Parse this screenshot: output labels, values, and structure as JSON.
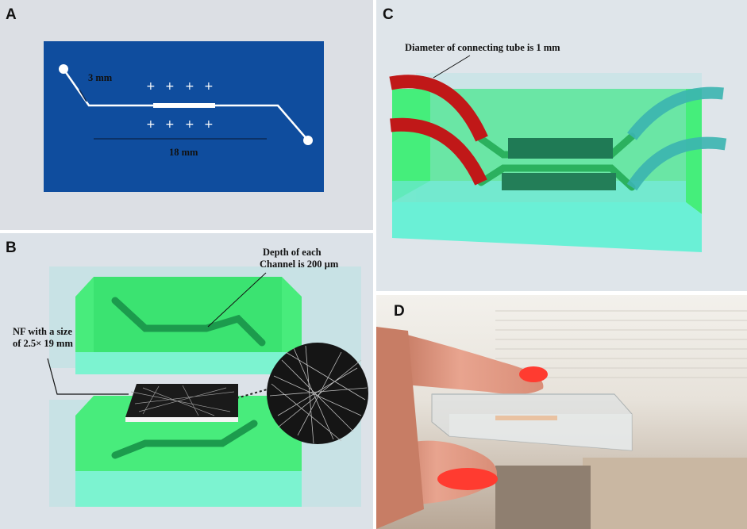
{
  "panels": {
    "a": {
      "label": "A",
      "annotations": {
        "width": "3 mm",
        "length": "18 mm"
      }
    },
    "b": {
      "label": "B",
      "annotations": {
        "depth_line1": "Depth of each",
        "depth_line2": "Channel is 200 µm",
        "nf_line1": "NF with a size",
        "nf_line2": "of 2.5× 19 mm"
      }
    },
    "c": {
      "label": "C",
      "annotations": {
        "tube": "Diameter of connecting tube is 1 mm"
      }
    },
    "d": {
      "label": "D"
    }
  },
  "colors": {
    "panel_bg": "#dce2e8",
    "chip_blue": "#0f4d9e",
    "pdms_green": "#3ef27a",
    "pdms_cyan": "#7ff5d8",
    "tube_red": "#c01818",
    "tube_teal": "#3bb4b0",
    "nf_dark": "#1a1a1a",
    "membrane_green": "#1f7a55",
    "finger_skin": "#e8a48f",
    "nail_red": "#ff3b30"
  }
}
